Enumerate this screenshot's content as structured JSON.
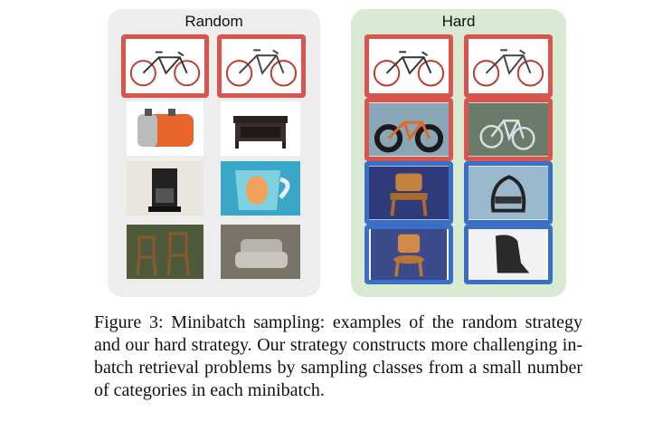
{
  "panels": {
    "random": {
      "title": "Random",
      "images": [
        "bicycle-red-wheels",
        "bicycle-red",
        "toaster",
        "coffee-table",
        "coffee-maker",
        "mug",
        "wooden-chairs",
        "armchair"
      ]
    },
    "hard": {
      "title": "Hard",
      "images": [
        "bicycle-red-wheels",
        "bicycle-red",
        "fat-bike",
        "bicycle-outdoor",
        "wooden-chair",
        "metal-chair",
        "wooden-chair-2",
        "massage-chair"
      ]
    }
  },
  "colors": {
    "positive_border": "#d9534f",
    "negative_border": "#3a6fc8",
    "random_bg": "#ededed",
    "hard_bg": "#d9ead3"
  },
  "caption": "Figure 3: Minibatch sampling: examples of the random strategy and our hard strategy. Our strategy constructs more challenging in-batch retrieval problems by sampling classes from a small number of categories in each minibatch."
}
